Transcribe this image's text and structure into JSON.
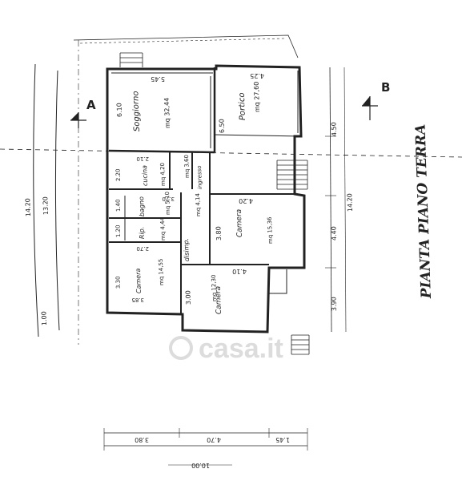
{
  "title": "PIANTA PIANO TERRA",
  "section_labels": {
    "a": "A",
    "b": "B"
  },
  "watermark": "casa.it",
  "rooms": [
    {
      "name": "Soggiorno",
      "area": "mq 32,44",
      "width": "5.45",
      "height": "6.10"
    },
    {
      "name": "Portico",
      "area": "mq 27,60",
      "width": "4.25",
      "height": "6.50"
    },
    {
      "name": "cucina",
      "area": "mq 4,20",
      "width": "2.10",
      "height": "2.20"
    },
    {
      "name": "ingresso",
      "area": "mq 3,60"
    },
    {
      "name": "bagno",
      "area": "mq 5,10",
      "width": "3.70",
      "height": "1.40"
    },
    {
      "name": "Rip.",
      "area": "mq 4,44",
      "height": "1.20"
    },
    {
      "name": "disimp.",
      "area": "mq 4,14"
    },
    {
      "name": "Camera",
      "area": "mq 15,36",
      "width": "4.20",
      "height": "3.80",
      "id": "camera-right"
    },
    {
      "name": "Camera",
      "area": "mq 14,55",
      "width": "2.70",
      "height": "3.30",
      "bottom": "3.85",
      "id": "camera-left"
    },
    {
      "name": "Camera",
      "area": "mq 12,30",
      "width": "4.10",
      "height": "3.00",
      "id": "camera-bottom"
    }
  ],
  "dimensions": {
    "left_outer": "14.20",
    "left_inner": "13.20",
    "left_small": "1.00",
    "right_top": "4.50",
    "right_mid": "4.40",
    "right_bottom": "3.90",
    "right_total": "14.20",
    "bottom_a": "3.80",
    "bottom_b": "4.70",
    "bottom_c": "1.45",
    "bottom_total": "10.00"
  }
}
